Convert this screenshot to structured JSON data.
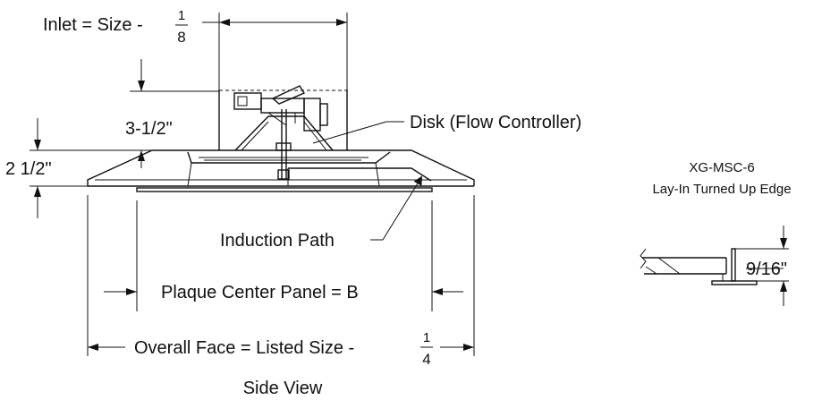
{
  "labels": {
    "inlet_prefix": "Inlet = Size - ",
    "inlet_frac_num": "1",
    "inlet_frac_den": "8",
    "dim_3_5": "3-1/2\"",
    "dim_2_5": "2 1/2\"",
    "disk": "Disk (Flow Controller)",
    "induction": "Induction Path",
    "plaque": "Plaque Center Panel = B",
    "overall_prefix": "Overall Face = Listed Size - ",
    "overall_frac_num": "1",
    "overall_frac_den": "4",
    "side_view": "Side View",
    "detail_title_1": "XG-MSC-6",
    "detail_title_2": "Lay-In Turned Up Edge",
    "detail_dim": "9/16\""
  }
}
